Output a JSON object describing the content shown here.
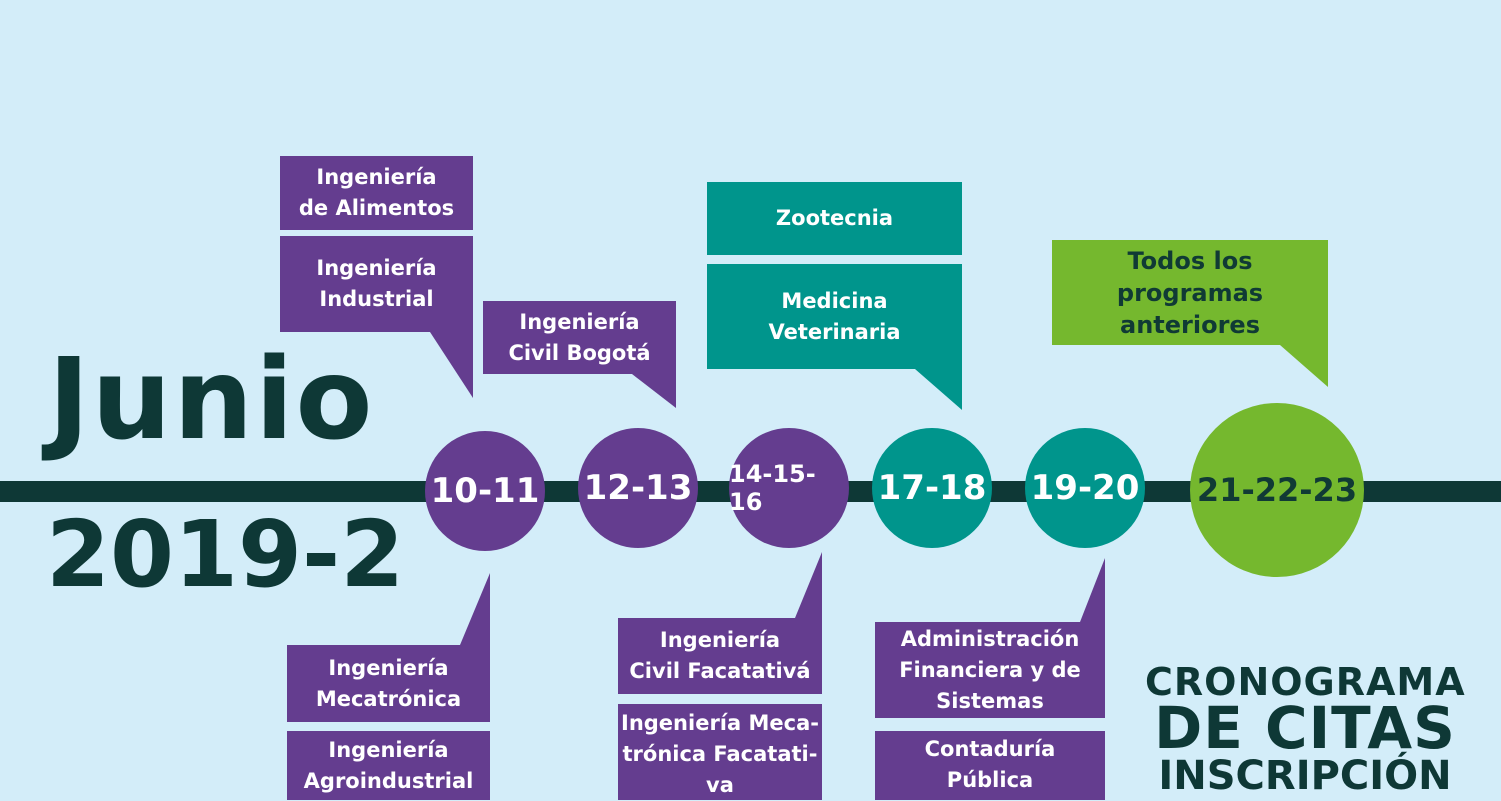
{
  "title": {
    "month": "Junio",
    "year": "2019-2"
  },
  "dates": [
    "10-11",
    "12-13",
    "14-15-16",
    "17-18",
    "19-20",
    "21-22-23"
  ],
  "above": {
    "alimentos": [
      "Ingeniería",
      "de Alimentos"
    ],
    "industrial": [
      "Ingeniería",
      "Industrial"
    ],
    "civil_bogota": [
      "Ingeniería",
      "Civil Bogotá"
    ],
    "zootecnia": [
      "Zootecnia"
    ],
    "medicina": [
      "Medicina",
      "Veterinaria"
    ],
    "todos": [
      "Todos los",
      "programas",
      "anteriores"
    ]
  },
  "below": {
    "mecatronica": [
      "Ingeniería",
      "Mecatrónica"
    ],
    "agroindustrial": [
      "Ingeniería",
      "Agroindustrial"
    ],
    "civil_facatativa": [
      "Ingeniería",
      "Civil Facatativá"
    ],
    "mecatronica_facatativa": [
      "Ingeniería Meca-",
      "trónica Facatati-",
      "va"
    ],
    "administracion": [
      "Administración",
      "Financiera y de",
      "Sistemas"
    ],
    "contaduria": [
      "Contaduría",
      "Pública"
    ]
  },
  "footer": {
    "line1": "CRONOGRAMA",
    "line2": "DE CITAS",
    "line3": "INSCRIPCIÓN"
  },
  "colors": {
    "background": "#d3edf9",
    "purple": "#643d8f",
    "teal": "#00958c",
    "green": "#75b82e",
    "dark": "#0e3836"
  }
}
